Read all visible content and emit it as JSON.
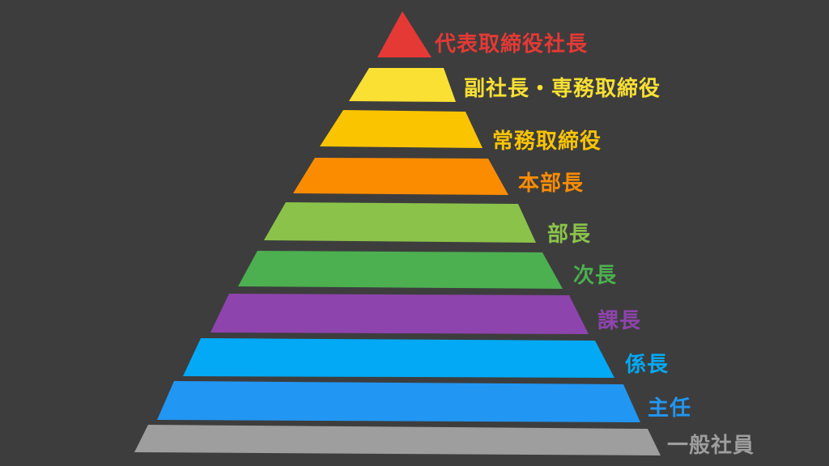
{
  "levels": [
    {
      "label": "代表取締役社長",
      "color": "#e53935"
    },
    {
      "label": "副社長・専務取締役",
      "color": "#f9e033"
    },
    {
      "label": "常務取締役",
      "color": "#fbc400"
    },
    {
      "label": "本部長",
      "color": "#fb8c00"
    },
    {
      "label": "部長",
      "color": "#8bc34a"
    },
    {
      "label": "次長",
      "color": "#4caf50"
    },
    {
      "label": "課長",
      "color": "#8e44ad"
    },
    {
      "label": "係長",
      "color": "#03a9f4"
    },
    {
      "label": "主任",
      "color": "#2196f3"
    },
    {
      "label": "一般社員",
      "color": "#9e9e9e"
    }
  ]
}
